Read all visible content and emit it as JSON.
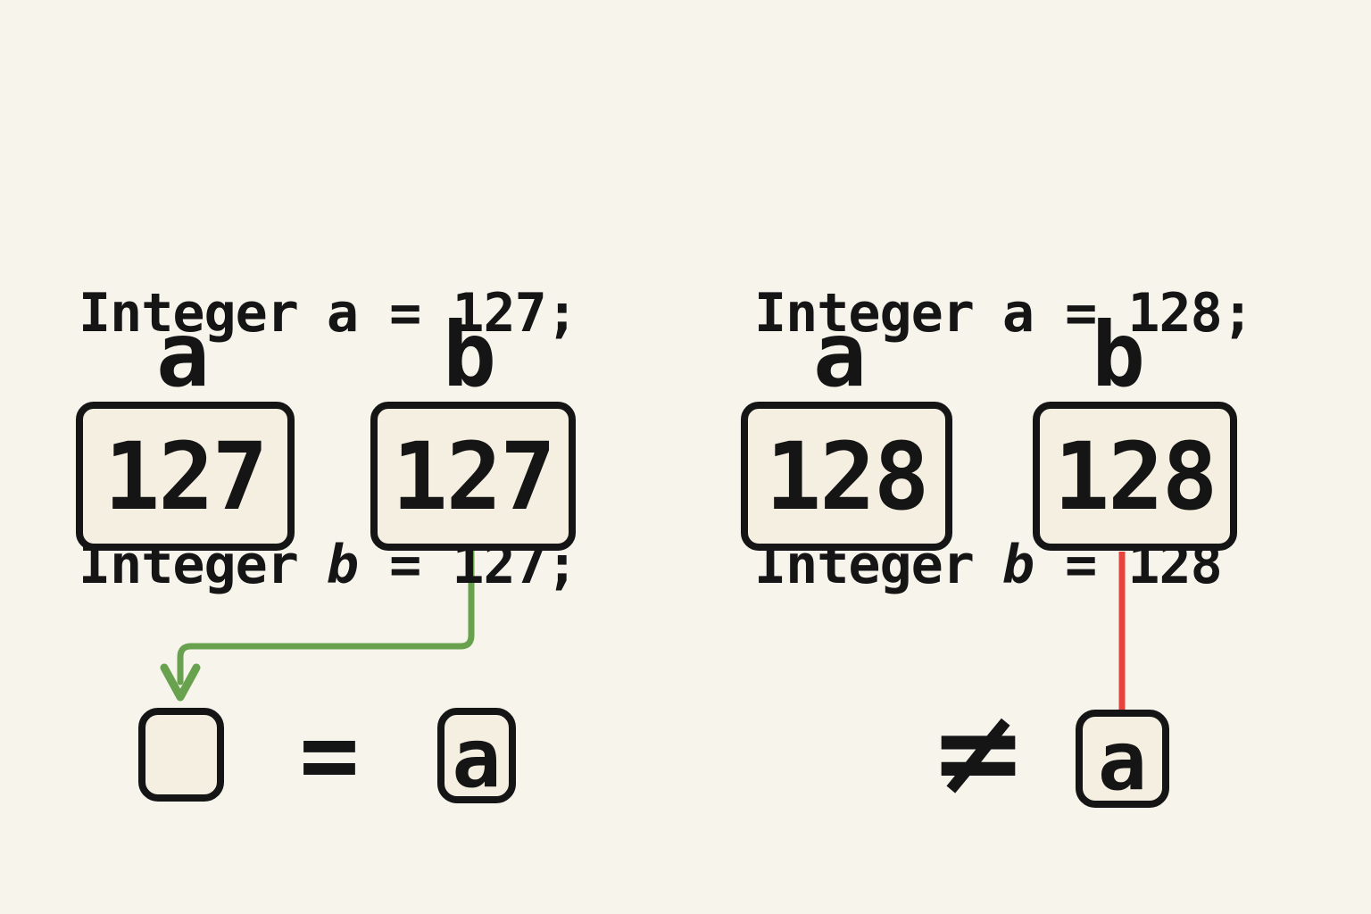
{
  "colors": {
    "background": "#f7f4ec",
    "box_fill": "#f5efe1",
    "ink": "#151515",
    "green": "#69a24e",
    "red": "#e8423c"
  },
  "left": {
    "code": [
      {
        "keyword": "Integer",
        "var": "a",
        "rest": " = 127;"
      },
      {
        "keyword": "Integer",
        "var": "b",
        "rest": " = 127;"
      }
    ],
    "label_a": "a",
    "label_b": "b",
    "box_a_value": "127",
    "box_b_value": "127",
    "operator": "=",
    "ref_label": "a"
  },
  "right": {
    "code": [
      {
        "keyword": "Integer",
        "var": "a",
        "rest": " = 128;"
      },
      {
        "keyword": "Integer",
        "var": "b",
        "rest": " = 128"
      }
    ],
    "label_a": "a",
    "label_b": "b",
    "box_a_value": "128",
    "box_b_value": "128",
    "operator": "≠",
    "ref_label": "a"
  }
}
